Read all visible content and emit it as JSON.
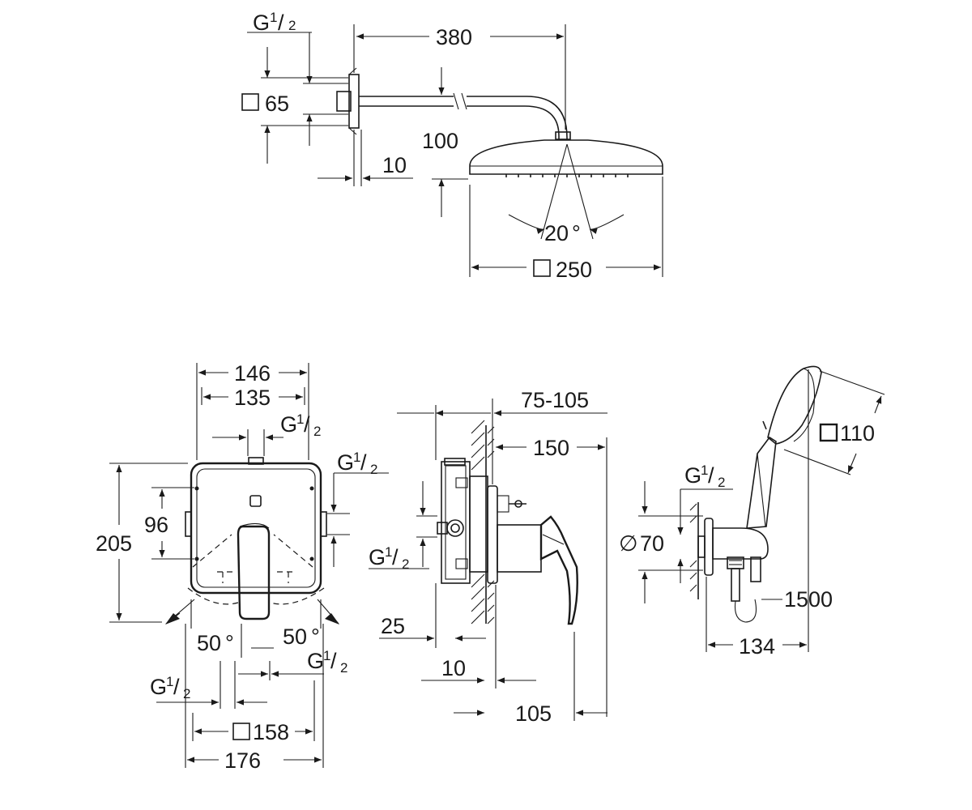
{
  "shower_head": {
    "thread": "G",
    "thread_fraction_num": "1",
    "thread_fraction_den": "2",
    "flange_size": "65",
    "arm_length": "380",
    "head_drop": "100",
    "wall_gap": "10",
    "spray_angle": "20",
    "head_size": "250"
  },
  "mixer_front": {
    "overall_width": "146",
    "inner_width": "135",
    "thread_top": "G",
    "thread_top_num": "1",
    "thread_top_den": "2",
    "thread_right": "G",
    "thread_right_num": "1",
    "thread_right_den": "2",
    "height": "205",
    "mid_height": "96",
    "angle_left": "50",
    "angle_right": "50",
    "thread_bottom_right": "G",
    "thread_bottom_right_num": "1",
    "thread_bottom_right_den": "2",
    "thread_bottom_left": "G",
    "thread_bottom_left_num": "1",
    "thread_bottom_left_den": "2",
    "plate_size": "158",
    "base_width": "176"
  },
  "mixer_side": {
    "install_depth": "75-105",
    "lever_reach": "150",
    "thread": "G",
    "thread_num": "1",
    "thread_den": "2",
    "body_offset": "25",
    "plate_gap": "10",
    "projection": "105"
  },
  "hand_shower": {
    "head_size": "110",
    "thread": "G",
    "thread_num": "1",
    "thread_den": "2",
    "outlet_diameter": "70",
    "hose_length": "1500",
    "holder_projection": "134"
  },
  "symbols": {
    "square": "□",
    "diameter": "∅",
    "degree": "°"
  }
}
